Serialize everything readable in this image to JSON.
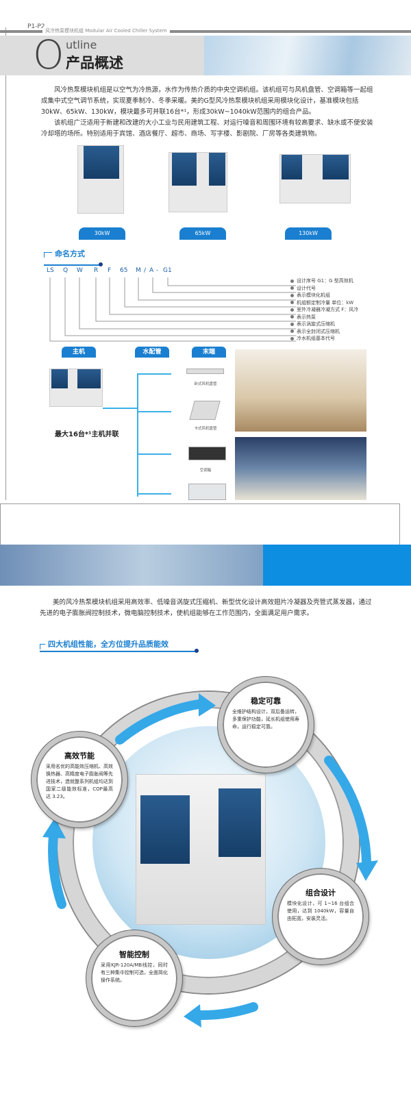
{
  "header": {
    "page_number": "P1-P2",
    "running_title": "风冷热泵模块机组  Modular Air Cooled Chiller System"
  },
  "title": {
    "big_letter": "O",
    "rest": "utline",
    "chinese": "产品概述"
  },
  "intro": {
    "p1": "风冷热泵模块机组是以空气为冷热源，水作为传热介质的中央空调机组。该机组可与风机盘管、空调箱等一起组成集中式空气调节系统，实现夏季制冷、冬季采暖。美的G型风冷热泵模块机组采用模块化设计，基准模块包括30kW、65kW、130kW，模块最多可并联16台*¹，形成30kW~1040kW范围内的组合产品。",
    "p2": "该机组广泛适用于新建和改建的大小工业与民用建筑工程、对运行噪音和周围环境有较高要求、缺水或不便安装冷却塔的场所。特别适用于宾馆、酒店餐厅、超市、商场、写字楼、影剧院、厂房等各类建筑物。"
  },
  "products": [
    {
      "label": "30kW"
    },
    {
      "label": "65kW"
    },
    {
      "label": "130kW"
    }
  ],
  "naming": {
    "title": "命名方式",
    "codes": [
      "LS",
      "Q",
      "W",
      "R",
      "F",
      "65",
      "M",
      "/",
      "A",
      "-",
      "G1"
    ],
    "descriptions": [
      "设计序号 G1：G 型高效机",
      "设计代号",
      "表示模块化机组",
      "机组额定制冷量 单位：kW",
      "室外冷凝器冷凝方式 F：风冷",
      "表示热泵",
      "表示涡旋式压缩机",
      "表示全封闭式压缩机",
      "冷水机组基本代号"
    ]
  },
  "system": {
    "host": "主机",
    "pipe": "水配管",
    "terminal": "末端",
    "host_caption": "最大16台*¹主机并联",
    "terminals": [
      "卧式风机盘管",
      "卡式风机盘管",
      "空调箱"
    ]
  },
  "page2": {
    "intro": "美的风冷热泵模块机组采用高效率、低噪音涡旋式压缩机、新型优化设计高效翅片冷凝器及壳管式蒸发器，通过先进的电子膨胀阀控制技术，微电脑控制技术，使机组能够在工作范围内，全面满足用户需求。",
    "heading": "四大机组性能，全方位提升品质能效",
    "features": [
      {
        "title": "稳定可靠",
        "text": "全维护结构设计，双后备运转，多重保护功能，延长机组使用寿命，运行稳定可靠。"
      },
      {
        "title": "高效节能",
        "text": "采用名优的高能效压缩机、高效换热器、高精度电子膨胀阀等先进技术，造就整系列机组均达到国家二级能效标准，COP最高达 3.23。"
      },
      {
        "title": "组合设计",
        "text": "模块化设计，可 1~16 台组合使用，达到 1040kW，容量自由拓宽，安装灵活。"
      },
      {
        "title": "智能控制",
        "text": "采用KJR-120A/MB线控，同时有三种集中控制可选，全面简化操作系统。"
      }
    ]
  },
  "colors": {
    "accent": "#1a7fd0",
    "pipe": "#3ab0e6"
  }
}
